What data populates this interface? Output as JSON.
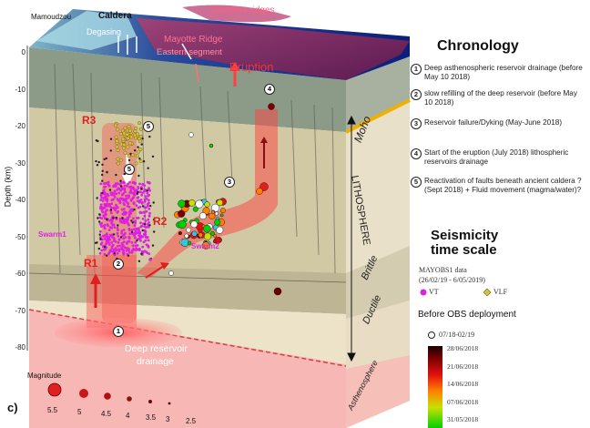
{
  "diagram": {
    "top_labels": {
      "mamoudzou": "Mamoudzou",
      "caldera": "Caldera",
      "jumelles": "Jumelles ridges",
      "degasing": "Degasing",
      "mayotte_ridge": "Mayotte Ridge",
      "eastern_segment": "Eastern segment",
      "eruption": "Eruption"
    },
    "depth_axis": {
      "label": "Depth (km)",
      "ticks": [
        "0",
        "-10",
        "-20",
        "-30",
        "-40",
        "-50",
        "-60",
        "-70",
        "-80"
      ]
    },
    "reservoir_labels": {
      "r1": "R1",
      "r2": "R2",
      "r3": "R3"
    },
    "swarm_labels": {
      "swarm1": "Swarm1",
      "swarm2": "Swarm2"
    },
    "deep_reservoir_label_1": "Deep reservoir",
    "deep_reservoir_label_2": "drainage",
    "side_labels": {
      "moho": "Moho",
      "lithosphere": "LITHOSPHERE",
      "brittle": "Brittle",
      "ductile": "Ductile",
      "asthenosphere": "Asthenosphere"
    },
    "panel_label": "c)",
    "markers": {
      "m1": "1",
      "m2": "2",
      "m3": "3",
      "m4": "4",
      "m5a": "5",
      "m5b": "5"
    },
    "magnitude": {
      "title": "Magnitude",
      "values": [
        "5.5",
        "5",
        "4.5",
        "4",
        "3.5",
        "3"
      ],
      "extra": "2.5"
    }
  },
  "chronology": {
    "title": "Chronology",
    "items": [
      {
        "num": "1",
        "text": "Deep asthenospheric reservoir drainage (before May 10 2018)"
      },
      {
        "num": "2",
        "text": "slow refilling of the deep reservoir (before May 10 2018)"
      },
      {
        "num": "3",
        "text": "Reservoir failure/Dyking (May-June 2018)"
      },
      {
        "num": "4",
        "text": "Start of the eruption (July 2018) lithospheric reservoirs drainage"
      },
      {
        "num": "5",
        "text": "Reactivation of faults beneath ancient caldera ? (Sept 2018) + Fluid movement (magma/water)?"
      }
    ]
  },
  "seismicity": {
    "title_line1": "Seismicity",
    "title_line2": "time scale",
    "source": "MAYOBS1 data",
    "range": "(26/02/19 - 6/05/2019)",
    "vt": "VT",
    "vlf": "VLF",
    "vt_color": "#e020e0",
    "vlf_color": "#d8c040",
    "obs_title": "Before OBS deployment",
    "obs_date": "07/18-02/19",
    "colorbar_dates": [
      "28/06/2018",
      "21/06/2018",
      "14/06/2018",
      "07/06/2018",
      "31/05/2018"
    ]
  }
}
